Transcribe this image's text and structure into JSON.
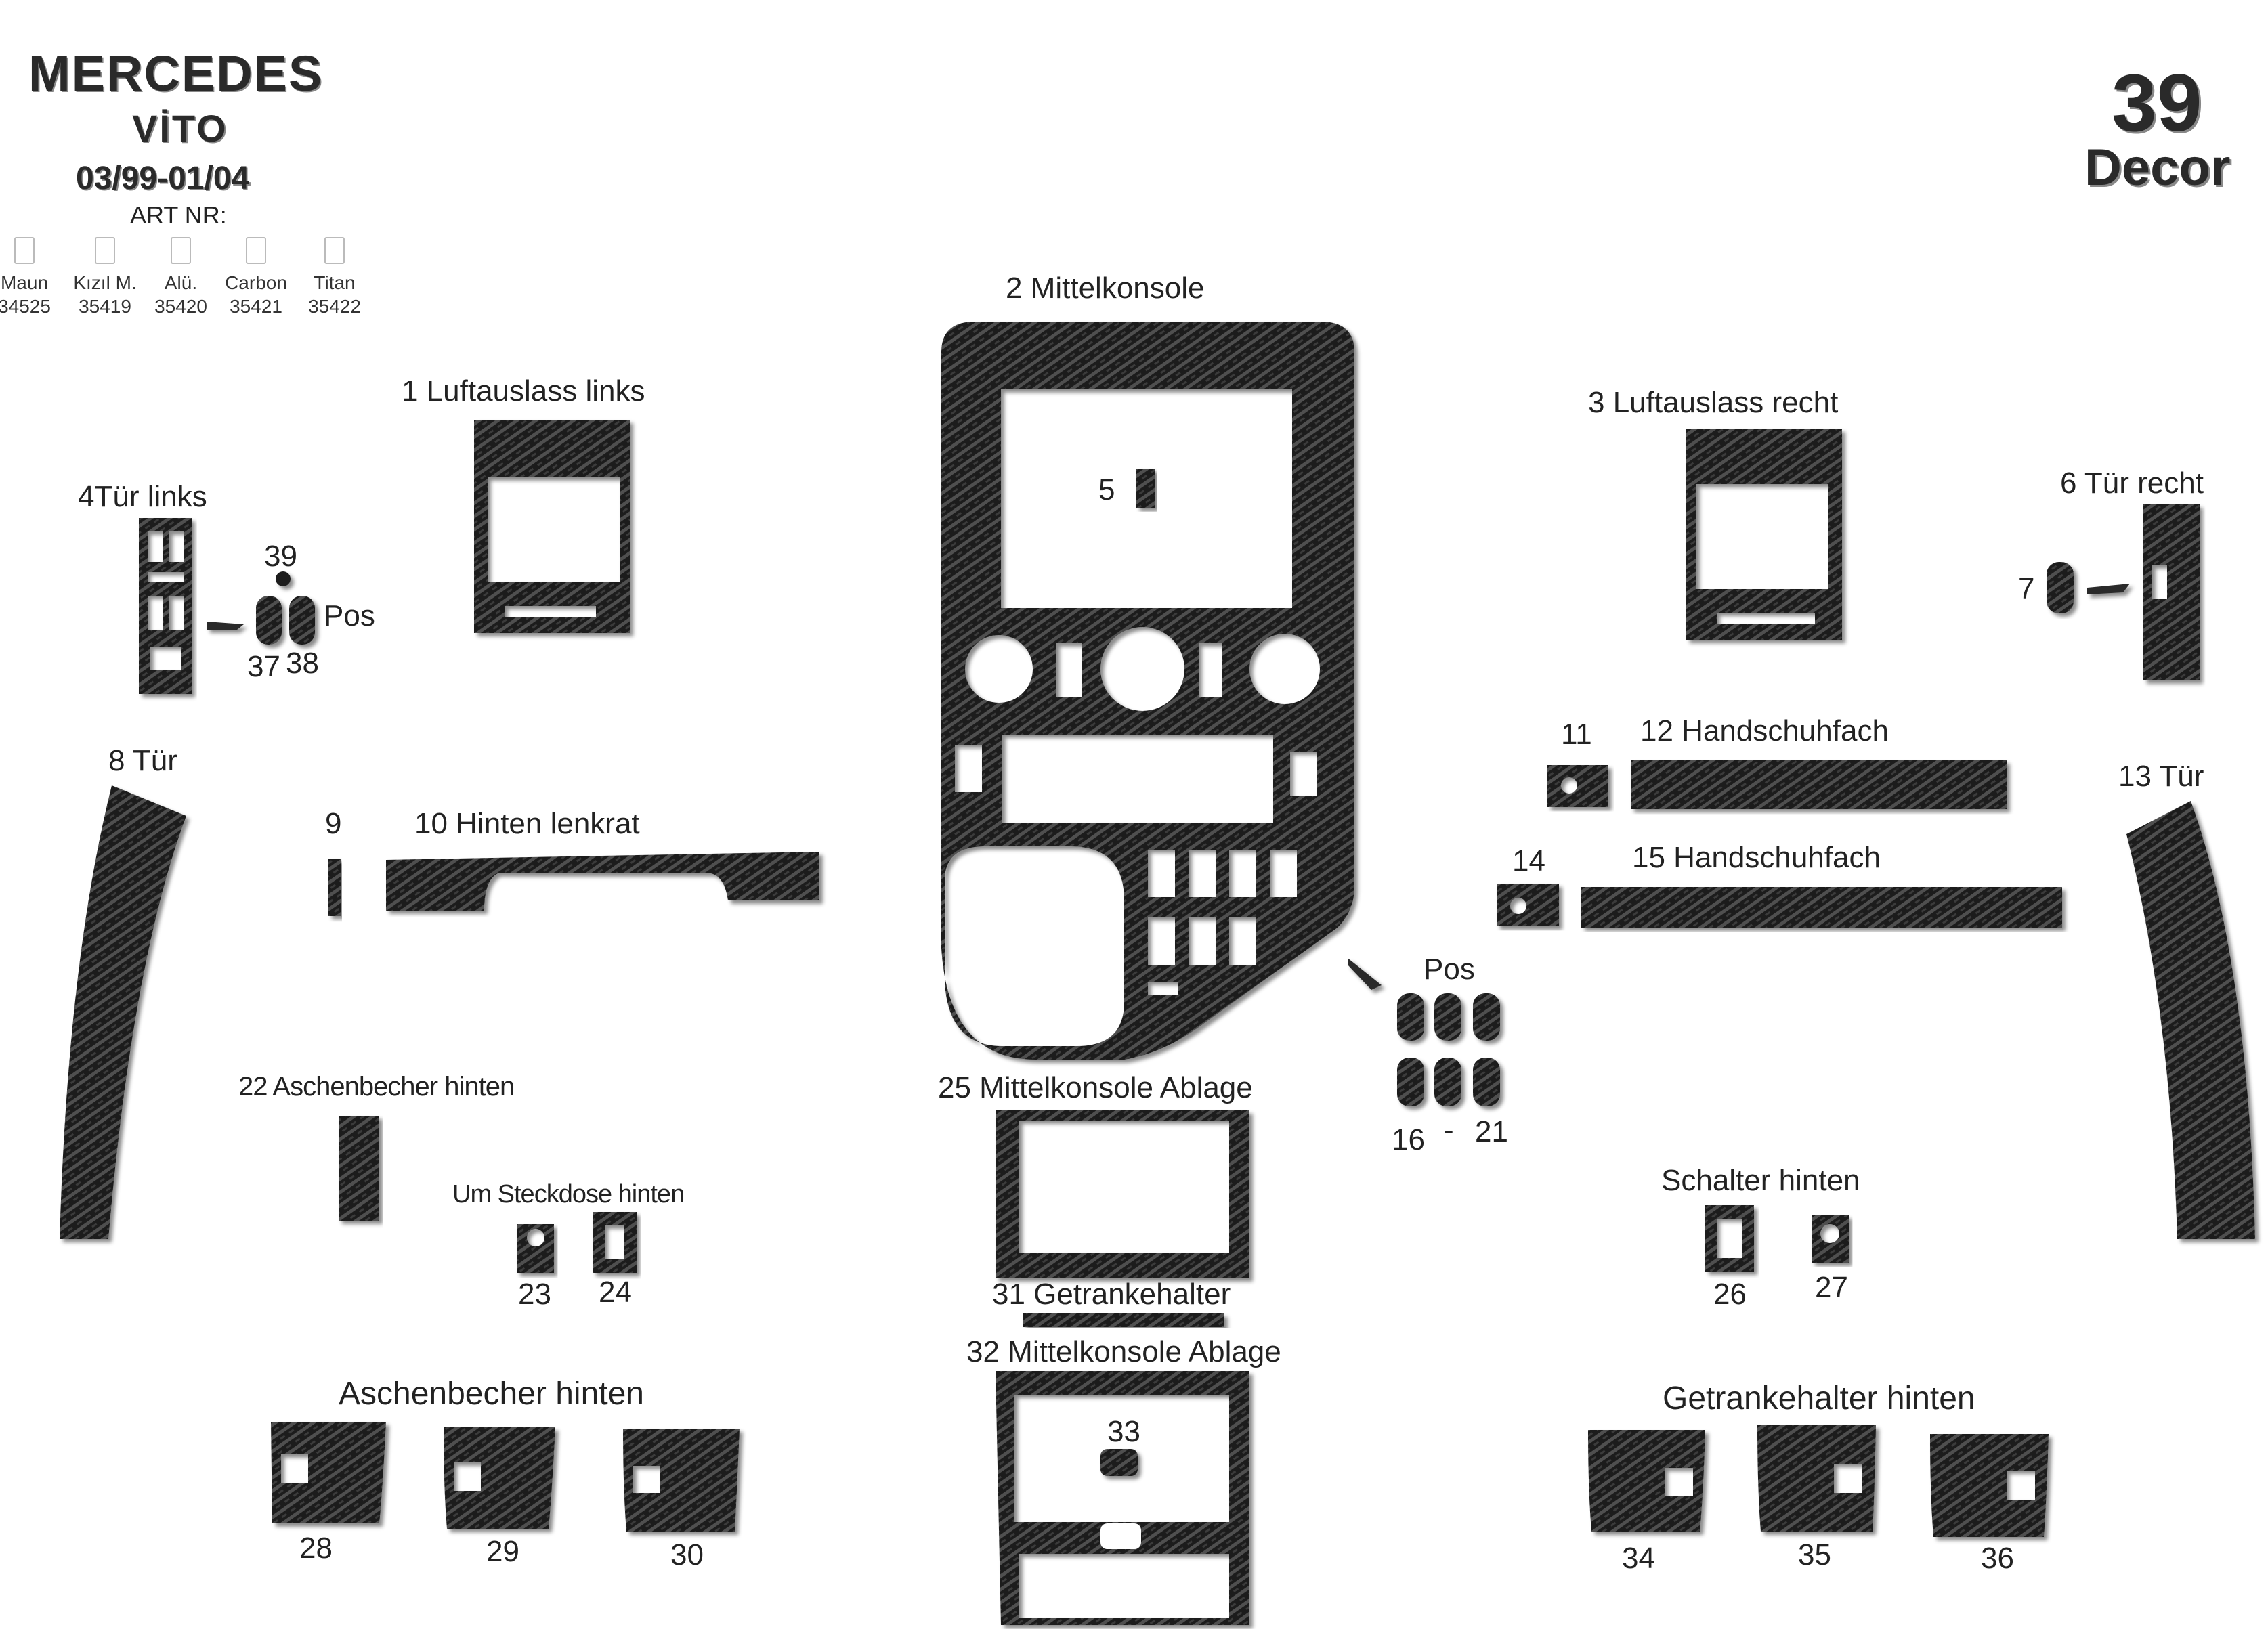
{
  "header": {
    "brand": "MERCEDES",
    "model": "VİTO",
    "years": "03/99-01/04",
    "art_nr_label": "ART NR:",
    "materials": [
      {
        "name": "Maun",
        "code": "34525"
      },
      {
        "name": "Kızıl M.",
        "code": "35419"
      },
      {
        "name": "Alü.",
        "code": "35420"
      },
      {
        "name": "Carbon",
        "code": "35421"
      },
      {
        "name": "Titan",
        "code": "35422"
      }
    ],
    "logo_number": "39",
    "logo_word": "Decor"
  },
  "labels": {
    "p1": "1  Luftauslass links",
    "p2": "2  Mittelkonsole",
    "p3": "3 Luftauslass recht",
    "p4": "4Tür links",
    "p5": "5",
    "p6": "6  Tür recht",
    "p7": "7",
    "p8": "8 Tür",
    "p9": "9",
    "p10": "10 Hinten lenkrat",
    "p11": "11",
    "p12": "12  Handschuhfach",
    "p13": "13  Tür",
    "p14": "14",
    "p15": "15  Handschuhfach",
    "p16": "16",
    "dash": "-",
    "p21": "21",
    "pos_center": "Pos",
    "p22": "22 Aschenbecher hinten",
    "steckdose": "Um Steckdose hinten",
    "p23": "23",
    "p24": "24",
    "p25": "25 Mittelkonsole Ablage",
    "p26": "26",
    "p27": "27",
    "schalter": "Schalter hinten",
    "aschenbecher": "Aschenbecher hinten",
    "p28": "28",
    "p29": "29",
    "p30": "30",
    "p31": "31 Getrankehalter",
    "p32": "32 Mittelkonsole Ablage",
    "p33": "33",
    "getrankehalter": "Getrankehalter hinten",
    "p34": "34",
    "p35": "35",
    "p36": "36",
    "p37": "37",
    "p38": "38",
    "p39": "39",
    "pos_left": "Pos"
  },
  "colors": {
    "carbon_dark": "#1c1c1c",
    "carbon_light": "#4a4a4a",
    "text": "#222222"
  }
}
